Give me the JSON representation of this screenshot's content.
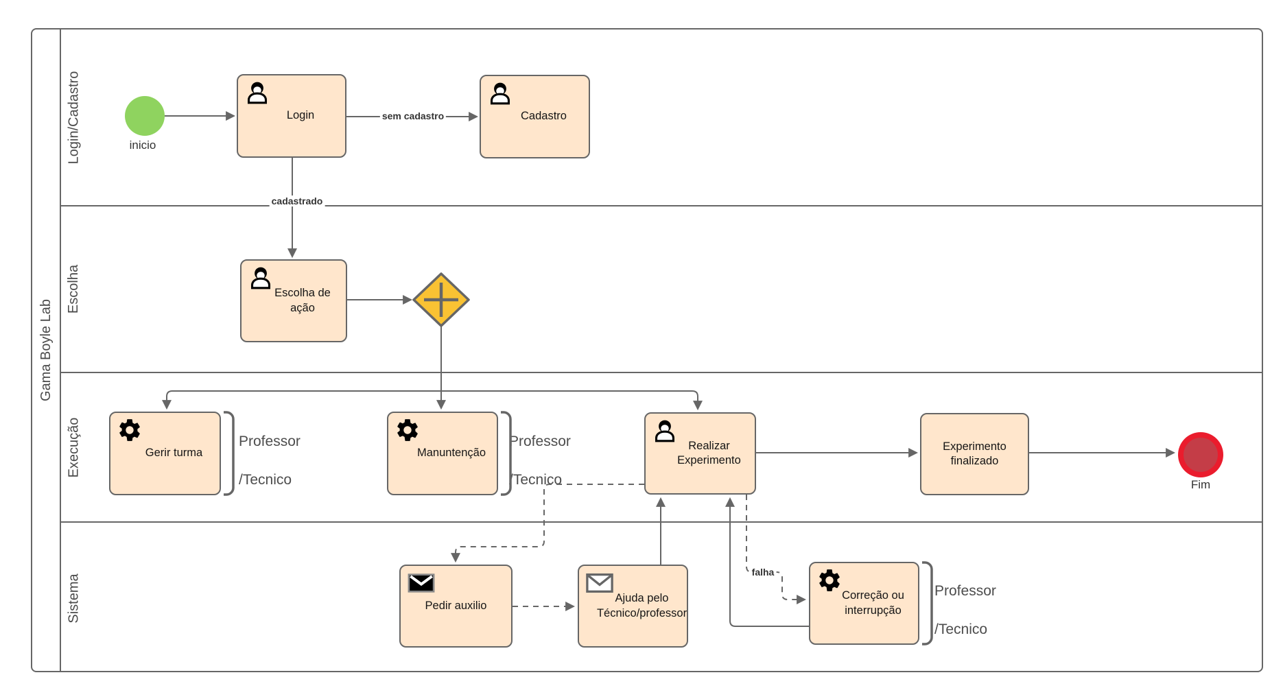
{
  "pool": {
    "title": "Gama Boyle Lab"
  },
  "lanes": {
    "login_cadastro": "Login/Cadastro",
    "escolha": "Escolha",
    "execucao": "Execução",
    "sistema": "Sistema"
  },
  "nodes": {
    "inicio": "inicio",
    "login": "Login",
    "cadastro": "Cadastro",
    "escolha_de_acao": "Escolha de ação",
    "gerir_turma": "Gerir turma",
    "manuntencao": "Manuntenção",
    "realizar_experimento": "Realizar Experimento",
    "experimento_finalizado": "Experimento finalizado",
    "fim": "Fim",
    "pedir_auxilio": "Pedir auxilio",
    "ajuda_pelo_tecnico": "Ajuda pelo Técnico/professor",
    "correcao_ou_interrupcao": "Correção ou interrupção"
  },
  "edge_labels": {
    "sem_cadastro": "sem cadastro",
    "cadastrado": "cadastrado",
    "falha": "falha"
  },
  "annotations": {
    "professor_tecnico": {
      "line1": "Professor",
      "line2": "/Tecnico"
    }
  },
  "icons": {
    "login": "user-icon",
    "cadastro": "user-icon",
    "escolha_de_acao": "user-icon",
    "realizar_experimento": "user-icon",
    "gerir_turma": "gear-icon",
    "manuntencao": "gear-icon",
    "correcao_ou_interrupcao": "gear-icon",
    "pedir_auxilio": "envelope-filled-icon",
    "ajuda_pelo_tecnico": "envelope-outline-icon"
  },
  "colors": {
    "task_fill": "#ffe6cc",
    "task_border": "#666666",
    "start_fill": "#8fd35f",
    "end_outer": "#ea1c2d",
    "end_inner": "#c43d47",
    "gateway_fill": "#f9c233",
    "connector": "#666666"
  }
}
